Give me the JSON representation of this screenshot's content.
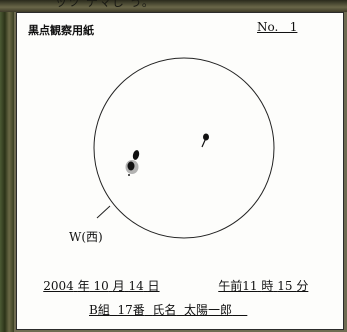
{
  "top_fragment": "ッツ テマし う。",
  "sheet": {
    "title": "黒点観察用紙",
    "number": "No.   1"
  },
  "disk": {
    "direction_label": "W(西)"
  },
  "datetime": {
    "year": "2004",
    "year_unit": "年",
    "month": "10",
    "month_unit": "月",
    "day": "14",
    "day_unit": "日",
    "ampm_hour": "午前11",
    "hour_unit": "時",
    "minute": "15",
    "minute_unit": "分"
  },
  "observer": {
    "class": "B組",
    "seat_number": "17番",
    "name_label": "氏名",
    "name": "太陽一郎"
  }
}
